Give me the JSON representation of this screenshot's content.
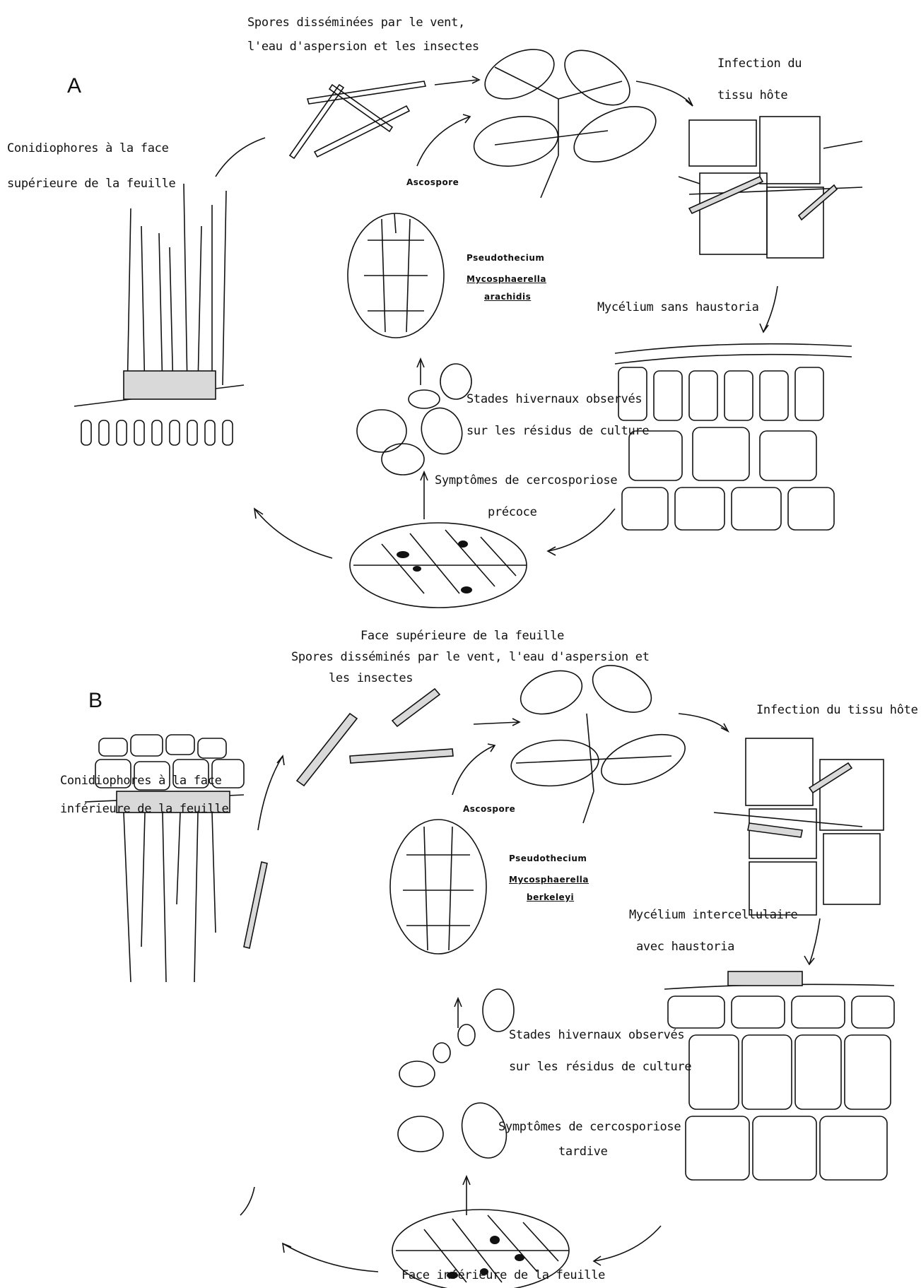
{
  "panel_a": {
    "letter": "A",
    "spores": [
      "Spores disséminées par le vent,",
      "l'eau d'aspersion et les insectes"
    ],
    "conidiophores": [
      "Conidiophores à la face",
      "supérieure de la feuille"
    ],
    "infection": [
      "Infection du",
      "tissu hôte"
    ],
    "ascospore": "Ascospore",
    "pseudothecium": [
      "Pseudothecium",
      "Mycosphaerella",
      "arachidis"
    ],
    "mycelium": [
      "Mycélium sans haustoria"
    ],
    "overwinter": [
      "Stades hivernaux observés",
      "sur les résidus de culture"
    ],
    "symptoms": [
      "Symptômes de cercosporiose",
      "précoce"
    ],
    "leaf_face": "Face supérieure de la feuille"
  },
  "panel_b": {
    "letter": "B",
    "spores": [
      "Spores disséminés par le vent, l'eau d'aspersion et",
      "les insectes"
    ],
    "conidiophores": [
      "Conidiophores à la face",
      "inférieure de la feuille"
    ],
    "infection": [
      "Infection du tissu hôte"
    ],
    "ascospore": "Ascospore",
    "pseudothecium": [
      "Pseudothecium",
      "Mycosphaerella",
      "berkeleyi"
    ],
    "mycelium": [
      "Mycélium intercellulaire",
      "avec haustoria"
    ],
    "overwinter": [
      "Stades hivernaux observés",
      "sur les résidus de culture"
    ],
    "symptoms": [
      "Symptômes de cercosporiose",
      "tardive"
    ],
    "leaf_face": "Face inférieure de la feuille"
  }
}
